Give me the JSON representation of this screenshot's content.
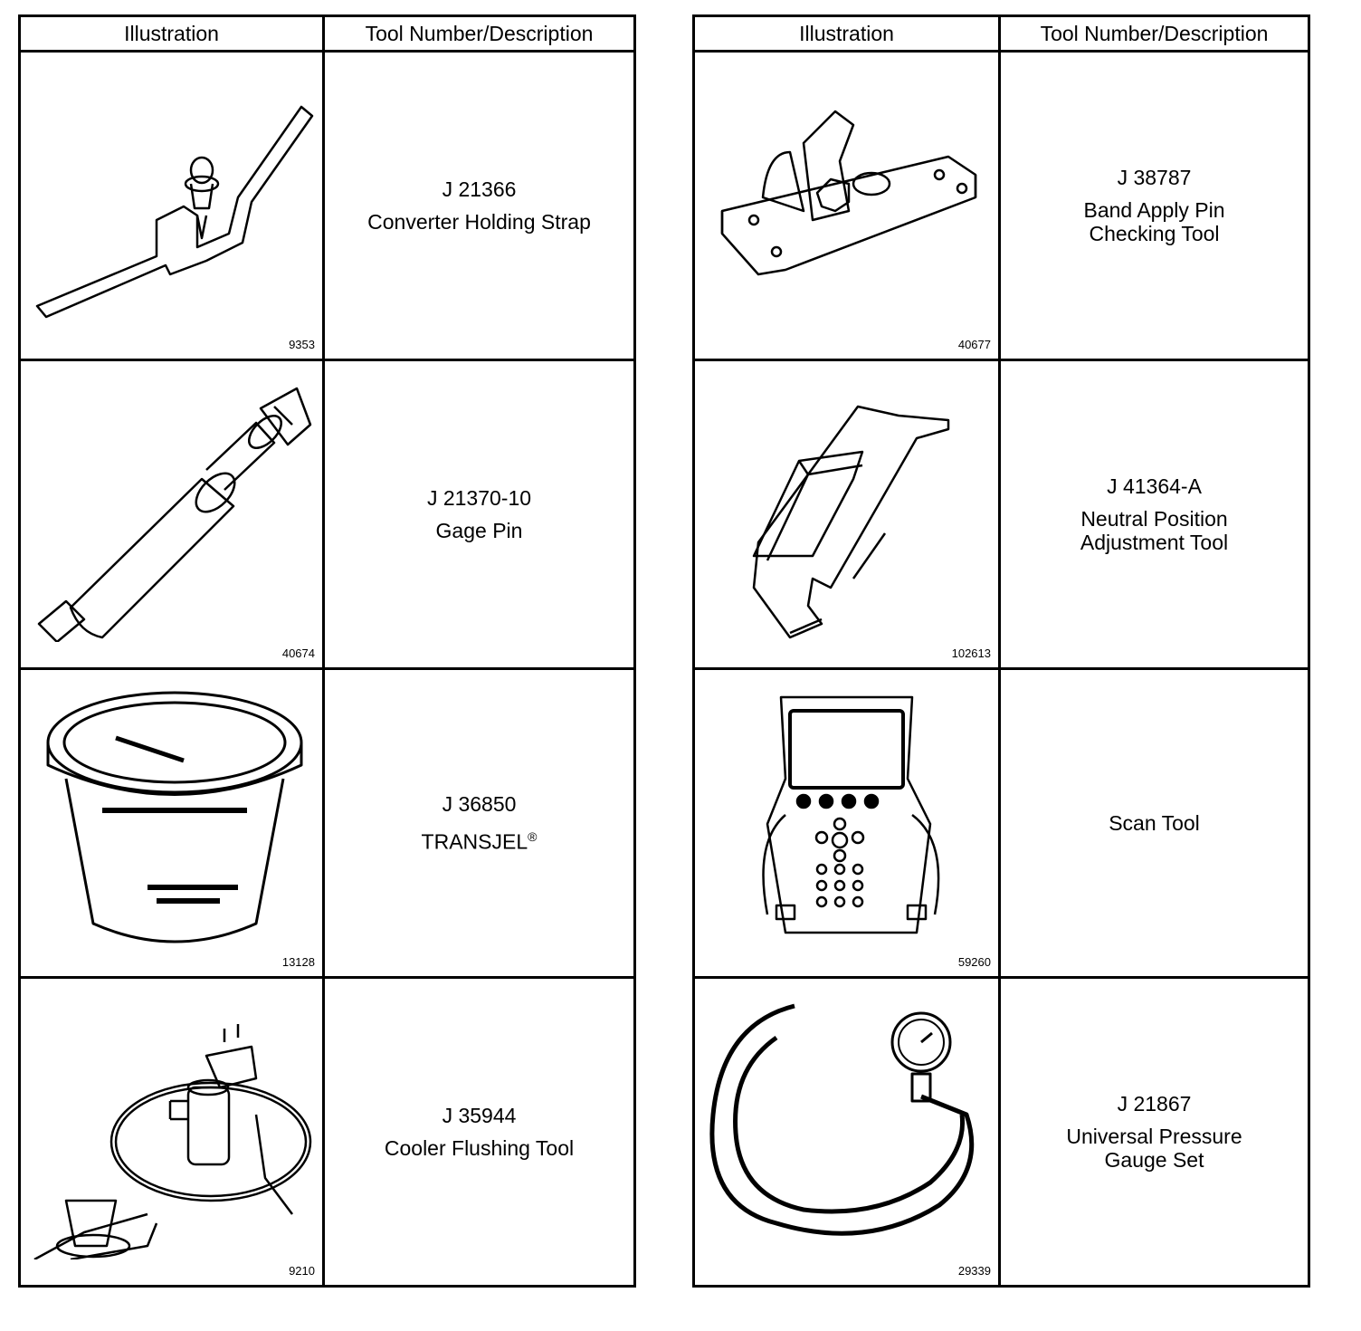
{
  "tables": [
    {
      "headers": {
        "illustration": "Illustration",
        "description": "Tool Number/Description"
      },
      "rows": [
        {
          "fig": "9353",
          "number": "J 21366",
          "name": "Converter Holding Strap",
          "icon": "holding-strap-icon"
        },
        {
          "fig": "40674",
          "number": "J 21370-10",
          "name": "Gage Pin",
          "icon": "gage-pin-icon"
        },
        {
          "fig": "13128",
          "number": "J 36850",
          "name": "TRANSJEL",
          "suffix": "®",
          "icon": "transjel-tub-icon"
        },
        {
          "fig": "9210",
          "number": "J 35944",
          "name": "Cooler Flushing Tool",
          "icon": "cooler-flusher-icon"
        }
      ]
    },
    {
      "headers": {
        "illustration": "Illustration",
        "description": "Tool Number/Description"
      },
      "rows": [
        {
          "fig": "40677",
          "number": "J 38787",
          "name": "Band Apply Pin\nChecking Tool",
          "icon": "band-pin-tool-icon"
        },
        {
          "fig": "102613",
          "number": "J 41364-A",
          "name": "Neutral Position\nAdjustment Tool",
          "icon": "neutral-adjust-tool-icon"
        },
        {
          "fig": "59260",
          "number": "",
          "name": "Scan Tool",
          "icon": "scan-tool-icon"
        },
        {
          "fig": "29339",
          "number": "J 21867",
          "name": "Universal Pressure\nGauge Set",
          "icon": "pressure-gauge-icon"
        }
      ]
    }
  ]
}
